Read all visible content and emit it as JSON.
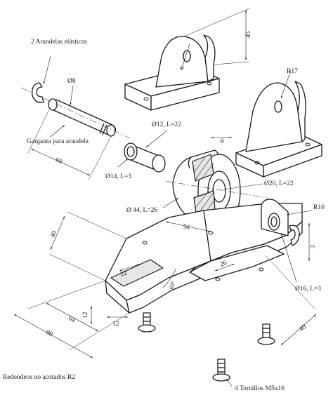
{
  "labels": {
    "arandelas": "2 Arandelas elásticas",
    "garganta": "Garganta para arandela",
    "diam_pin": "Ø8",
    "dim_60": "60",
    "bush": "Ø12, L=22",
    "bush_b": "Ø14, L=3",
    "dim_45": "45",
    "dim_8": "8",
    "r17": "R17",
    "dim_6": "6",
    "roller_outer": "Ø 44, L=26",
    "roller_inner": "Ø20, L=22",
    "r10": "R10",
    "dim_40_base": "40",
    "dim_56": "56",
    "dim_22": "22",
    "dim_3": "3",
    "dim_26": "26",
    "angle_60": "60°",
    "dim_12_v": "12",
    "dim_12_h": "12",
    "diam_16": "Ø16, L=3",
    "dim_64": "64",
    "dim_80": "80",
    "dim_40_right": "40",
    "redondeos": "Redondeos no acotados R2",
    "tornillos": "4 Tornillos M5x16"
  },
  "colors": {
    "line": "#1a1a1a",
    "background": "#ffffff",
    "shade": "#e6e6e6"
  },
  "icons": [
    "retaining-washer-icon",
    "screw-icon"
  ]
}
